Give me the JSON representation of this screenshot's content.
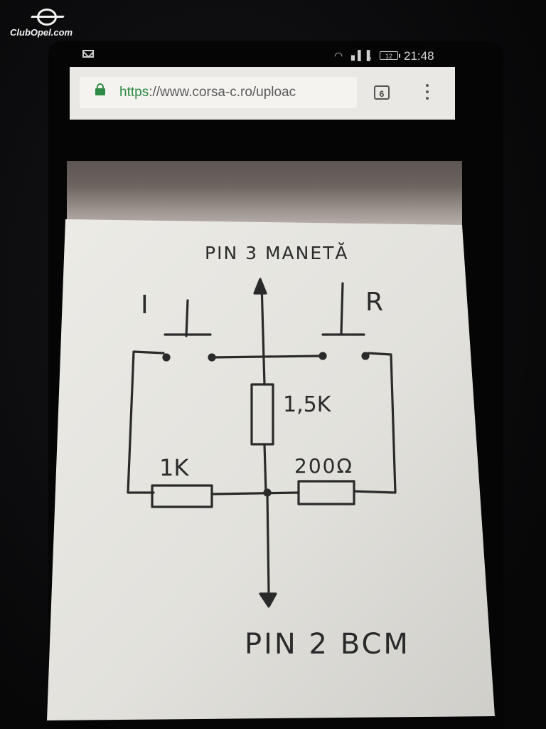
{
  "watermark": {
    "text": "ClubOpel.com"
  },
  "status_bar": {
    "time": "21:48",
    "battery": "12"
  },
  "browser": {
    "url_scheme": "https",
    "url_rest": "://www.corsa-c.ro/uploac",
    "tab_count": "6"
  },
  "schematic": {
    "title": "PIN 3 MANETĂ",
    "switch_left": "I",
    "switch_right": "R",
    "r_center": "1,5K",
    "r_left": "1K",
    "r_right": "200Ω",
    "bottom": "PIN 2 BCM"
  }
}
